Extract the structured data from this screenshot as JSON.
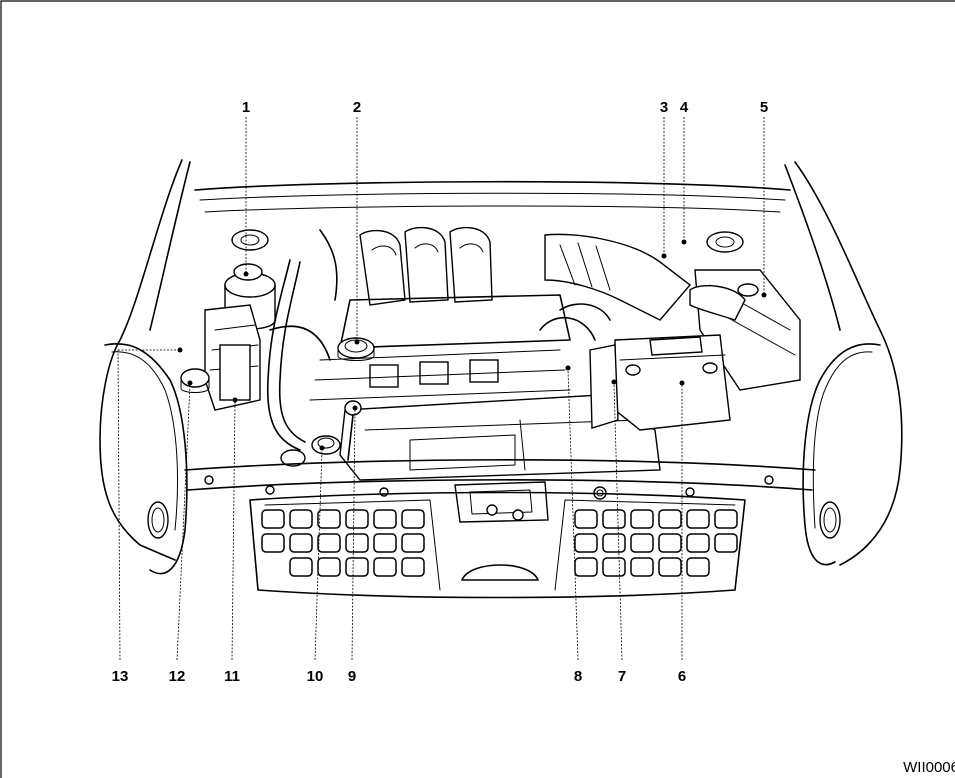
{
  "diagram": {
    "figure_code": "WII0006",
    "callouts": [
      {
        "id": "callout-1",
        "label": "1"
      },
      {
        "id": "callout-2",
        "label": "2"
      },
      {
        "id": "callout-3",
        "label": "3"
      },
      {
        "id": "callout-4",
        "label": "4"
      },
      {
        "id": "callout-5",
        "label": "5"
      },
      {
        "id": "callout-6",
        "label": "6"
      },
      {
        "id": "callout-7",
        "label": "7"
      },
      {
        "id": "callout-8",
        "label": "8"
      },
      {
        "id": "callout-9",
        "label": "9"
      },
      {
        "id": "callout-10",
        "label": "10"
      },
      {
        "id": "callout-11",
        "label": "11"
      },
      {
        "id": "callout-12",
        "label": "12"
      },
      {
        "id": "callout-13",
        "label": "13"
      }
    ]
  }
}
